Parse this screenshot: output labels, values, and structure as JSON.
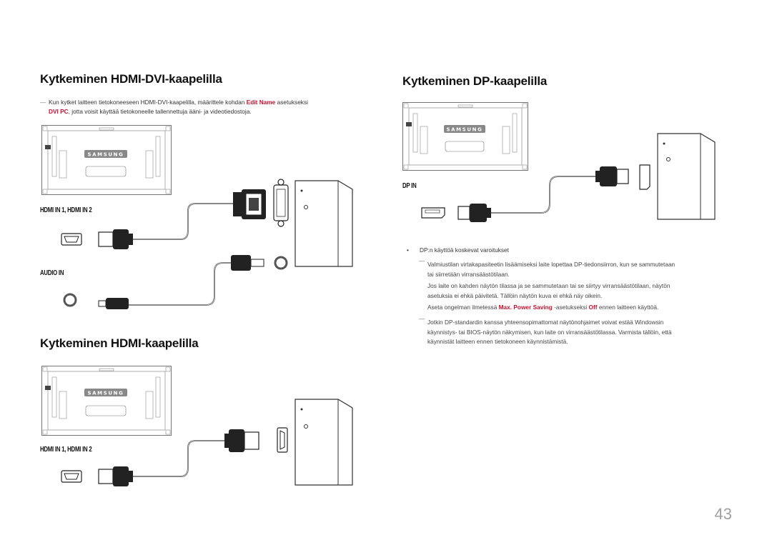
{
  "sections": {
    "hdmi_dvi": {
      "title": "Kytkeminen HDMI-DVI-kaapelilla",
      "note_part1": "Kun kytket laitteen tietokoneeseen HDMI-DVI-kaapelilla, määrittele kohdan ",
      "note_hl1": "Edit Name",
      "note_part2": " asetukseksi",
      "note_hl2": "DVI PC",
      "note_part3": ", jotta voisit käyttää tietokoneelle tallennettuja ääni- ja videotiedostoja.",
      "port_label_hdmi": "HDMI IN 1, HDMI IN 2",
      "port_label_audio": "AUDIO IN"
    },
    "hdmi": {
      "title": "Kytkeminen HDMI-kaapelilla",
      "port_label_hdmi": "HDMI IN 1, HDMI IN 2"
    },
    "dp": {
      "title": "Kytkeminen DP-kaapelilla",
      "port_label": "DP IN",
      "bullet_title": "DP:n käyttöä koskevat varoitukset",
      "note1_line1": "Valmiustilan virtakapasiteetin lisäämiseksi laite lopettaa DP-tiedonsiirron, kun se sammutetaan",
      "note1_line2": "tai siirretään virransäästötilaan.",
      "para2_line1": "Jos laite on kahden näytön tilassa ja se sammutetaan tai se siirtyy virransäästötilaan, näytön",
      "para2_line2": "asetuksia ei ehkä päivitetä. Tällöin näytön kuva ei ehkä näy oikein.",
      "para3_part1": "Aseta ongelman ilmetessä ",
      "para3_hl1": "Max. Power Saving",
      "para3_part2": " -asetukseksi ",
      "para3_hl2": "Off",
      "para3_part3": " ennen laitteen käyttöä.",
      "note2_line1": "Jotkin DP-standardin kanssa yhteensopimattomat näytönohjaimet voivat estää Windowsin",
      "note2_line2": "käynnistys- tai BIOS-näytön näkymisen, kun laite on virransäästötilassa. Varmista tällöin, että",
      "note2_line3": "käynnistät laitteen ennen tietokoneen käynnistämistä."
    }
  },
  "monitor_brand": "SAMSUNG",
  "page_number": "43",
  "colors": {
    "highlight": "#c8102e",
    "heading": "#111111",
    "body": "#333333",
    "page_number": "#a0a0a0"
  }
}
